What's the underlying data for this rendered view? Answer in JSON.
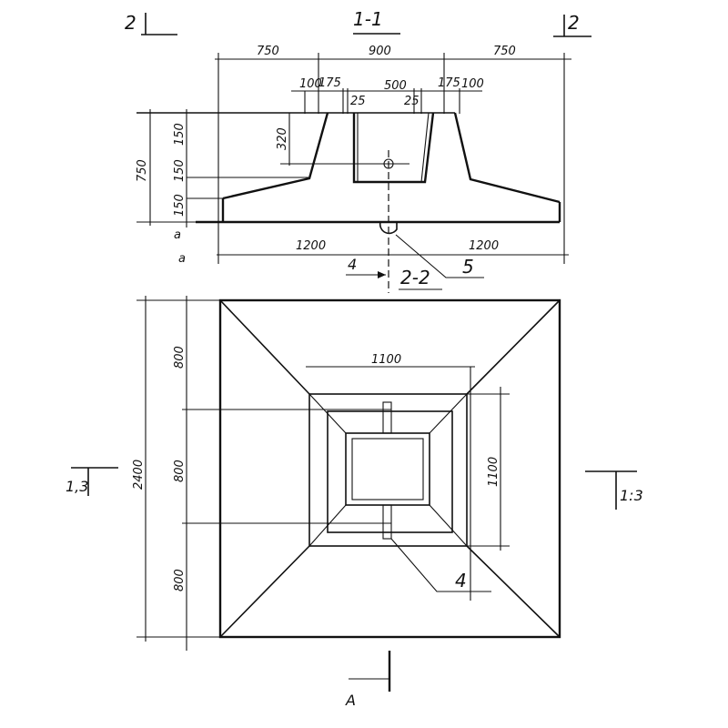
{
  "section_1_1": {
    "title": "1-1",
    "cut_mark_left": "2",
    "cut_mark_right": "2",
    "top_dims": [
      "750",
      "900",
      "750"
    ],
    "pedestal_dims": [
      "100",
      "175",
      "500",
      "175",
      "100"
    ],
    "wall_dims": [
      "25",
      "25"
    ],
    "height_total": "750",
    "height_parts": [
      "150",
      "150",
      "150"
    ],
    "socket_depth": "320",
    "bottom_dims": [
      "1200",
      "1200"
    ],
    "note_a_small": "a",
    "note_a": "a",
    "view_arrow_label": "4",
    "section_ref": "2-2",
    "callout_loop": "5"
  },
  "plan": {
    "overall_dim": "2400",
    "side_dims": [
      "800",
      "800",
      "800"
    ],
    "pedestal_width": "1100",
    "pedestal_height": "1100",
    "cut_mark_left": "1,3",
    "cut_mark_right": "1:3",
    "callout_loop": "4",
    "bottom_mark": "A"
  }
}
